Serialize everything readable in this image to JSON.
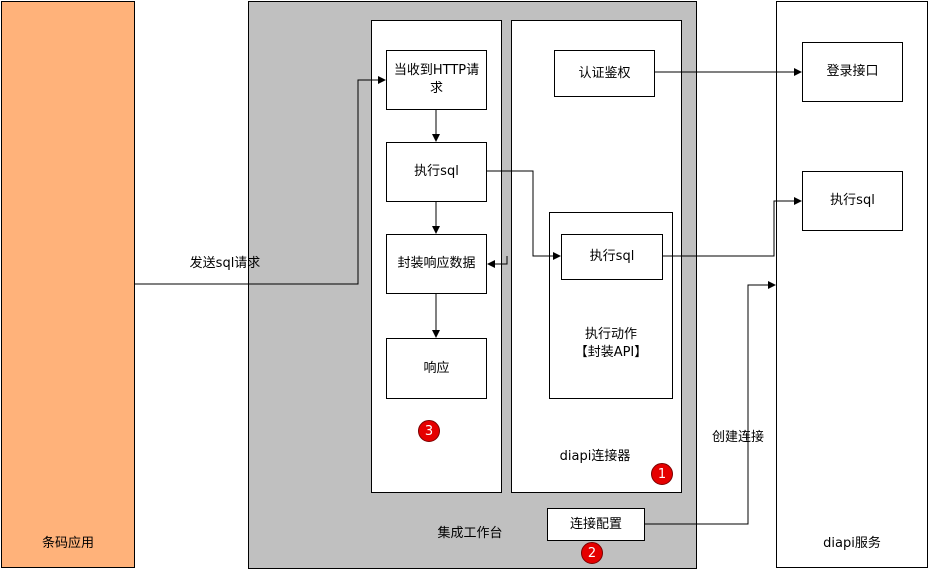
{
  "app": {
    "label": "条码应用",
    "send_sql_label": "发送sql请求"
  },
  "platform": {
    "label": "集成工作台",
    "receive_http": "当收到HTTP请求",
    "execute_sql": "执行sql",
    "wrap_response": "封装响应数据",
    "response": "响应",
    "badge": "3"
  },
  "connector": {
    "label": "diapi连接器",
    "auth": "认证鉴权",
    "execute_sql": "执行sql",
    "action_label": "执行动作\n【封装API】",
    "badge": "1"
  },
  "config": {
    "label": "连接配置",
    "badge": "2"
  },
  "service": {
    "label": "diapi服务",
    "login": "登录接口",
    "execute_sql": "执行sql",
    "create_conn_label": "创建连接"
  },
  "colors": {
    "app_fill": "#ffb27a",
    "platform_fill": "#c0c0c0",
    "badge_fill": "#e50000"
  }
}
